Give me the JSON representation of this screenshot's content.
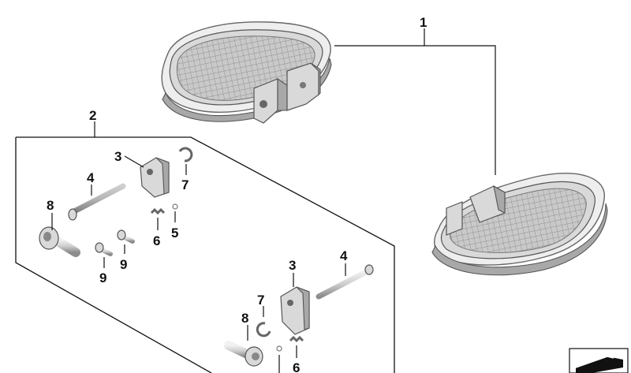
{
  "diagram": {
    "callouts": {
      "footboard_assembly": "1",
      "mounting_kit": "2",
      "bracket_upper": "3",
      "pin_upper": "4",
      "ball_upper": "5",
      "spring_upper": "6",
      "clip_upper": "7",
      "bolt_upper": "8",
      "screw_left": "9",
      "screw_right": "9",
      "bracket_lower": "3",
      "pin_lower": "4",
      "clip_lower": "7",
      "bolt_lower": "8",
      "spring_lower": "6"
    },
    "colors": {
      "line": "#111111",
      "part_fill": "#d9d9d9",
      "part_shadow": "#a8a8a8",
      "tread_grid": "#9a9a9a",
      "background": "#ffffff"
    },
    "corner_icon": "folder-arrow-icon"
  }
}
